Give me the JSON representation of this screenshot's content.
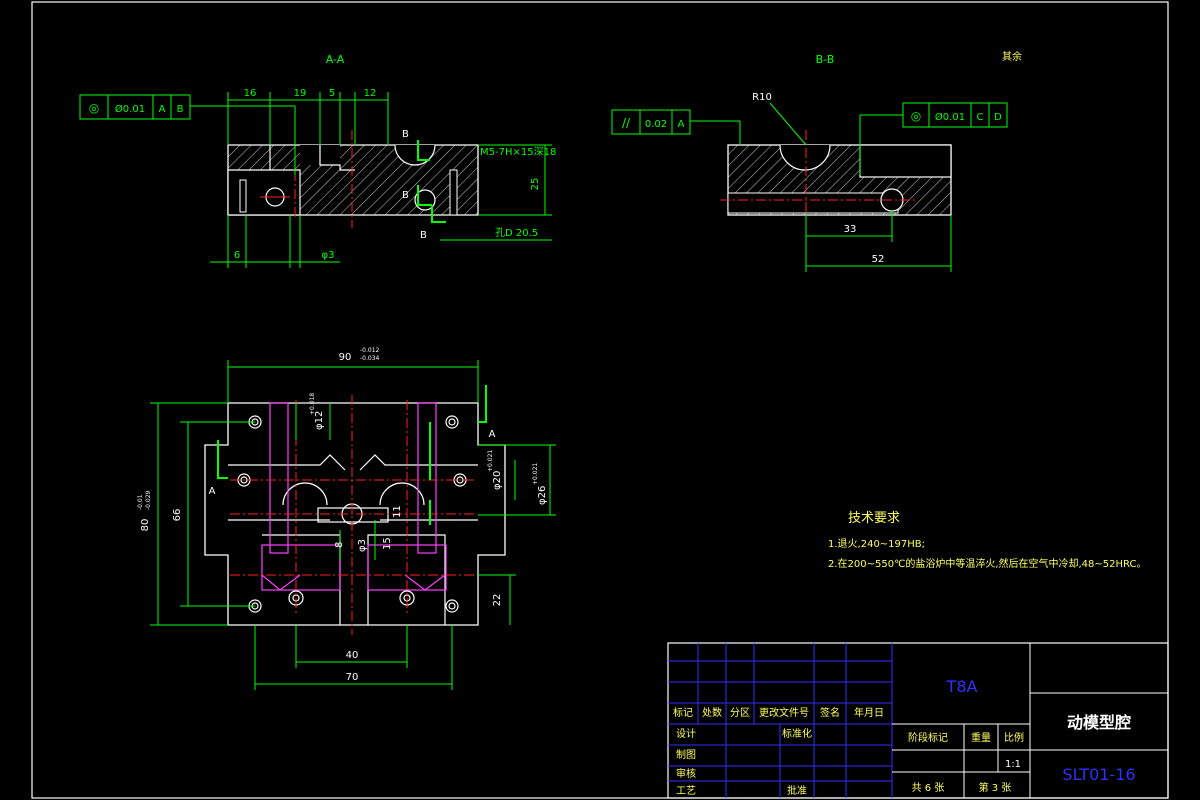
{
  "views": {
    "section_aa": "A-A",
    "section_bb": "B-B",
    "remaining": "其余"
  },
  "tolerance_frames": {
    "aa": {
      "symbol": "◎",
      "value": "Ø0.01",
      "datum1": "A",
      "datum2": "B"
    },
    "bb_parallel": {
      "symbol": "//",
      "value": "0.02",
      "datum1": "A"
    },
    "bb_conc": {
      "symbol": "◎",
      "value": "Ø0.01",
      "datum1": "C",
      "datum2": "D"
    }
  },
  "dims_aa": {
    "d16": "16",
    "d19": "19",
    "d5": "5",
    "d12": "12",
    "d25": "25",
    "d6": "6",
    "phi3": "φ3",
    "thread": "M5-7H×15深18",
    "bore": "孔D 20.5",
    "labelB": "B"
  },
  "dims_bb": {
    "r10": "R10",
    "d33": "33",
    "d52": "52"
  },
  "dims_plan": {
    "width": "90",
    "width_tol_up": "-0.012",
    "width_tol_dn": "-0.034",
    "height": "80",
    "height_tol_up": "-0.01",
    "height_tol_dn": "-0.029",
    "d66": "66",
    "d22": "22",
    "d40": "40",
    "d70": "70",
    "phi12": "φ12",
    "phi12_tol": "+0.018",
    "phi20": "φ20",
    "phi20_tol": "+0.021",
    "phi26": "φ26",
    "phi26_tol": "+0.021",
    "phi3": "φ3",
    "d15": "15",
    "d8": "8",
    "d11": "11",
    "labelA": "A"
  },
  "tech": {
    "title": "技术要求",
    "line1": "1.退火,240~197HB;",
    "line2": "2.在200~550℃的盐浴炉中等温淬火,然后在空气中冷却,48~52HRC。"
  },
  "title_block": {
    "material": "T8A",
    "part_name": "动模型腔",
    "drawing_no": "SLT01-16",
    "scale": "1:1",
    "headers": [
      "标记",
      "处数",
      "分区",
      "更改文件号",
      "签名",
      "年月日"
    ],
    "row_design": "设计",
    "row_standard": "标准化",
    "row_draw": "制图",
    "row_check": "审核",
    "row_process": "工艺",
    "row_approve": "批准",
    "stage_label": "阶段标记",
    "weight_label": "重量",
    "scale_label": "比例",
    "sheets": "共 6 张",
    "sheet_no": "第 3 张"
  },
  "colors": {
    "outline": "#ffffff",
    "dimension": "#00ff00",
    "center": "#ff2020",
    "hidden": "#ff40ff",
    "frame_blue": "#3030ff",
    "text_yellow": "#ffff60"
  }
}
